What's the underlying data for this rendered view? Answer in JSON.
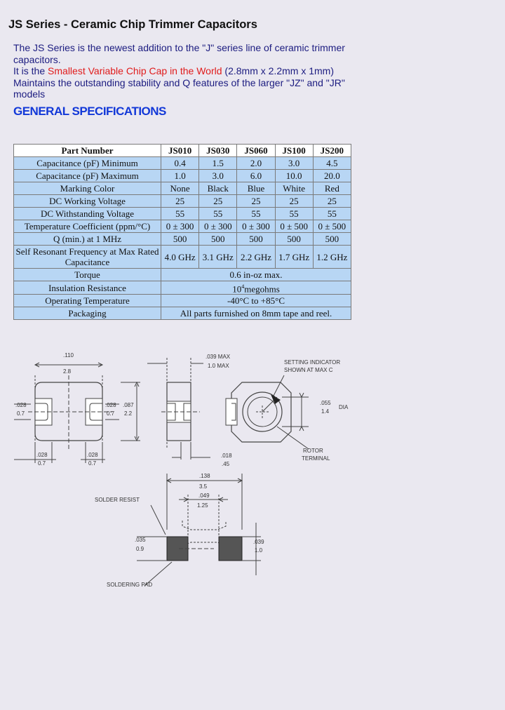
{
  "title": "JS Series - Ceramic Chip Trimmer Capacitors",
  "intro": {
    "line1": "The JS Series is the newest addition to the \"J\" series line of ceramic trimmer capacitors.",
    "line2_prefix": "It is the ",
    "line2_highlight": "Smallest Variable Chip Cap in the World",
    "line2_suffix": " (2.8mm x 2.2mm x 1mm)",
    "line3": "Maintains the outstanding stability and Q features of the larger \"JZ\" and \"JR\" models",
    "highlight_color": "#e01b1b"
  },
  "specs_heading": "GENERAL SPECIFICATIONS",
  "table": {
    "header": [
      "Part Number",
      "JS010",
      "JS030",
      "JS060",
      "JS100",
      "JS200"
    ],
    "rows": [
      [
        "Capacitance (pF) Minimum",
        "0.4",
        "1.5",
        "2.0",
        "3.0",
        "4.5"
      ],
      [
        "Capacitance (pF) Maximum",
        "1.0",
        "3.0",
        "6.0",
        "10.0",
        "20.0"
      ],
      [
        "Marking Color",
        "None",
        "Black",
        "Blue",
        "White",
        "Red"
      ],
      [
        "DC Working Voltage",
        "25",
        "25",
        "25",
        "25",
        "25"
      ],
      [
        "DC Withstanding Voltage",
        "55",
        "55",
        "55",
        "55",
        "55"
      ],
      [
        "Temperature Coefficient (ppm/°C)",
        "0 ± 300",
        "0 ± 300",
        "0 ± 300",
        "0 ± 500",
        "0 ± 500"
      ],
      [
        "Q (min.) at 1 MHz",
        "500",
        "500",
        "500",
        "500",
        "500"
      ],
      [
        "Self Resonant Frequency at Max Rated Capacitance",
        "4.0 GHz",
        "3.1 GHz",
        "2.2 GHz",
        "1.7 GHz",
        "1.2 GHz"
      ]
    ],
    "span_rows": [
      [
        "Torque",
        "0.6 in-oz max."
      ],
      [
        "Insulation Resistance",
        "10^4 megohms"
      ],
      [
        "Operating Temperature",
        "-40°C to +85°C"
      ],
      [
        "Packaging",
        "All parts furnished on 8mm tape and reel."
      ]
    ],
    "insulation_base": "10",
    "insulation_exp": "4",
    "insulation_unit": "megohms",
    "cell_color": "#b8d6f4"
  },
  "drawing": {
    "top_width_in": ".110",
    "top_width_mm": "2.8",
    "thickness_in": ".039 MAX",
    "thickness_mm": "1.0 MAX",
    "setting_indicator_1": "SETTING INDICATOR",
    "setting_indicator_2": "SHOWN AT MAX C",
    "left_term_in": ".028",
    "left_term_mm": "0.7",
    "right_term_in": ".028",
    "right_term_mm": "0.7",
    "height_in": ".087",
    "height_mm": "2.2",
    "rotor_dia_in": ".055",
    "rotor_dia_mm": "1.4",
    "dia_label": "DIA",
    "bottom_left_in": ".028",
    "bottom_left_mm": "0.7",
    "bottom_right_in": ".028",
    "bottom_right_mm": "0.7",
    "side_term_in": ".018",
    "side_term_mm": ".45",
    "rotor_terminal_1": "ROTOR",
    "rotor_terminal_2": "TERMINAL",
    "pad_total_in": ".138",
    "pad_total_mm": "3.5",
    "pad_gap_in": ".049",
    "pad_gap_mm": "1.25",
    "solder_resist": "SOLDER RESIST",
    "pad_width_in": ".035",
    "pad_width_mm": "0.9",
    "pad_height_in": ".039",
    "pad_height_mm": "1.0",
    "soldering_pad": "SOLDERING PAD"
  }
}
